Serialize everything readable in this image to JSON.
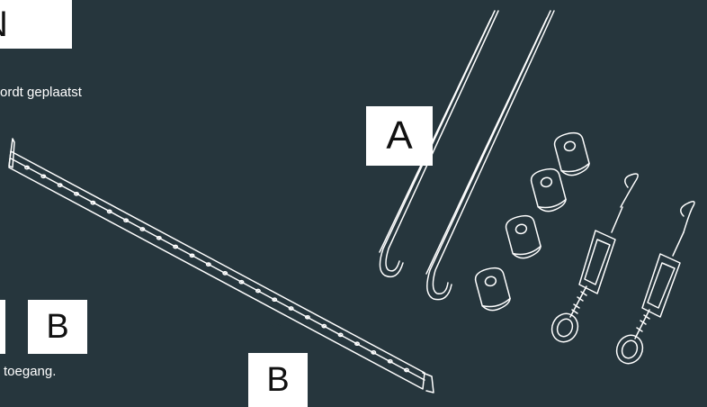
{
  "title_partial": "N",
  "caption_top": "ordt geplaatst",
  "caption_bottom": "toegang.",
  "labels": {
    "a": "A",
    "b_cropped": "",
    "b_small": "B",
    "b_large": "B"
  },
  "parts": {
    "rail_holes": 24,
    "hooks": 2,
    "clips": 4,
    "turnbuckles": 2
  },
  "colors": {
    "background": "#26363d",
    "line": "#ffffff",
    "label_bg": "#ffffff",
    "label_text": "#111111"
  }
}
